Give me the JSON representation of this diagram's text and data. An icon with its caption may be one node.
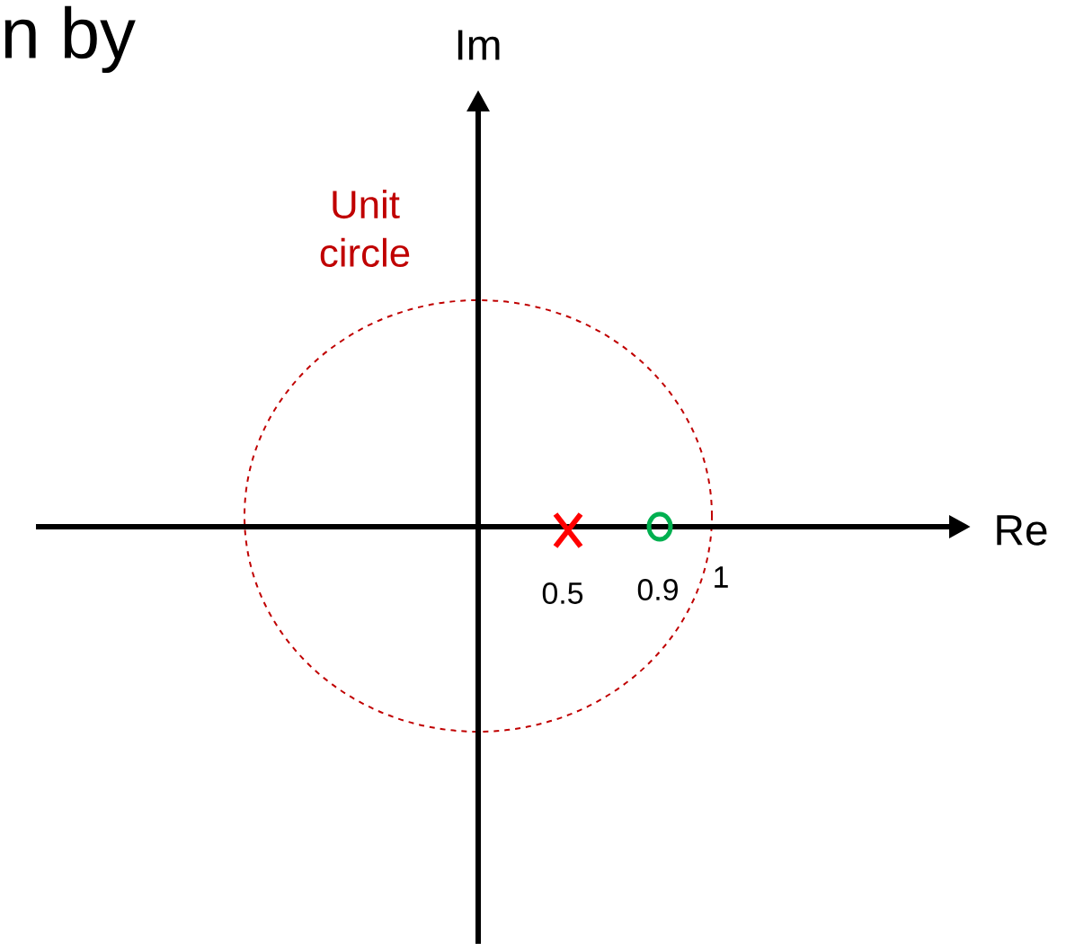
{
  "diagram": {
    "labels": [
      "n by",
      "Im",
      "Unit circle",
      "Re",
      "0.5",
      "0.9",
      "1"
    ]
  }
}
